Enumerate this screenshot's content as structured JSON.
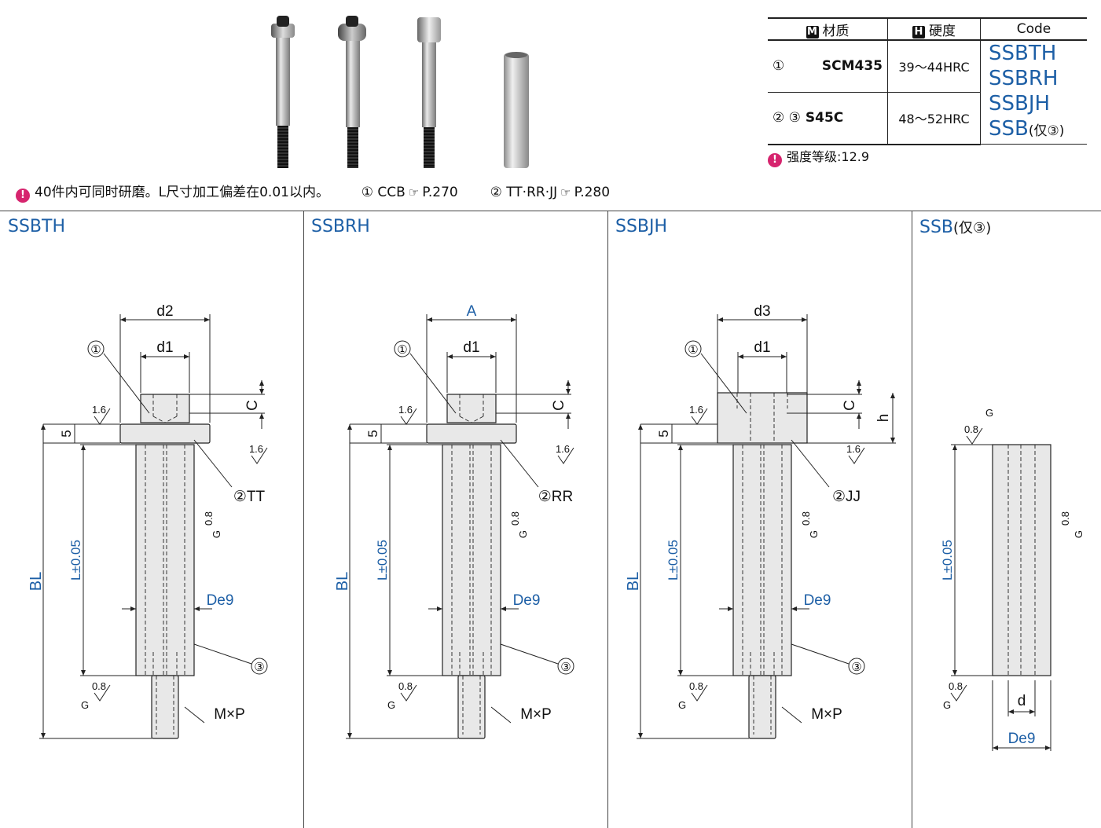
{
  "table": {
    "header": {
      "material": "材质",
      "material_key": "M",
      "hardness": "硬度",
      "hardness_key": "H",
      "code": "Code"
    },
    "rows": [
      {
        "mark": "①",
        "material": "SCM435",
        "hardness": "39～44HRC"
      },
      {
        "mark": "② ③",
        "material": "S45C",
        "hardness": "48～52HRC"
      }
    ],
    "codes": [
      "SSBTH",
      "SSBRH",
      "SSBJH",
      "SSB"
    ],
    "code_note": "(仅③)"
  },
  "strength_note": "强度等级:12.9",
  "notes": {
    "main": "40件内可同时研磨。L尺寸加工偏差在0.01以内。",
    "ref1_label": "① CCB",
    "ref1_page": "P.270",
    "ref2_label": "② TT·RR·JJ",
    "ref2_page": "P.280"
  },
  "panels": [
    {
      "title": "SSBTH",
      "width_label": "d2",
      "part2_label": "②TT",
      "has_head": true,
      "head_type": "flange"
    },
    {
      "title": "SSBRH",
      "width_label": "A",
      "part2_label": "②RR",
      "has_head": true,
      "head_type": "flange"
    },
    {
      "title": "SSBJH",
      "width_label": "d3",
      "part2_label": "②JJ",
      "has_head": true,
      "head_type": "block"
    },
    {
      "title": "SSB",
      "title_note": "(仅③)",
      "has_head": false
    }
  ],
  "dims": {
    "d1": "d1",
    "C": "C",
    "h": "h",
    "five": "5",
    "BL": "BL",
    "L": "L±0.05",
    "De9": "De9",
    "MxP": "M×P",
    "d": "d",
    "circ1": "①",
    "circ3": "③",
    "r16": "1.6",
    "r08": "0.8",
    "G": "G"
  },
  "colors": {
    "accent": "#1d5fa6",
    "warning": "#d6246e",
    "body": "#e8e8e8",
    "line": "#222222"
  }
}
